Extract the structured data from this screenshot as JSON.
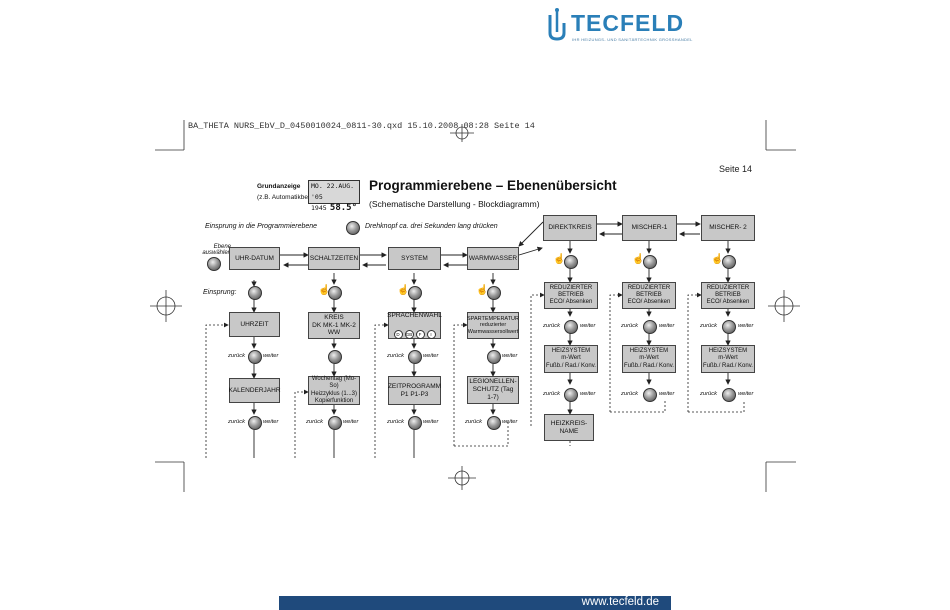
{
  "header": {
    "logo_text": "TECFELD",
    "logo_subtitle": "IHR HEIZUNGS- UND SANITÄRTECHNIK GROSSHANDEL",
    "print_info": "BA_THETA NURS_EbV_D_0450010024_0811-30.qxd  15.10.2008  08:28  Seite 14",
    "page_number": "Seite 14"
  },
  "document": {
    "title": "Programmierebene – Ebenenübersicht",
    "subtitle": "(Schematische Darstellung - Blockdiagramm)"
  },
  "grundanzeige": {
    "label": "Grundanzeige",
    "sub": "(z.B. Automatikbetrieb)",
    "lcd_line1": "MO. 22.AUG. '05",
    "lcd_time": "1945",
    "lcd_temp": "58.5°"
  },
  "notes": {
    "einsprung_programm": "Einsprung in die Programmierebene",
    "drehknopf": "Drehknopf ca. drei Sekunden lang drücken",
    "ebene_waehlen": "Ebene auswählen",
    "einsprung": "Einsprung:"
  },
  "nav": {
    "zurueck": "zurück",
    "weiter": "weiter"
  },
  "level_boxes": {
    "uhr_datum": "UHR-DATUM",
    "schaltzeiten": "SCHALTZEITEN",
    "system": "SYSTEM",
    "warmwasser": "WARMWASSER",
    "direktkreis": "DIREKTKREIS",
    "mischer1": "MISCHER-1",
    "mischer2": "MISCHER- 2"
  },
  "sub_boxes": {
    "uhrzeit": "UHRZEIT",
    "kalenderjahr": "KALENDERJAHR",
    "kreis": "KREIS\nDK MK-1 MK-2 WW",
    "wochentag": "Wochentag (Mo-So)\nHeizzyklus (1...3)\nKopierfunktion",
    "sprachenwahl": "SPRACHENWAHL",
    "flags": [
      "D",
      "GB",
      "F",
      "I"
    ],
    "zeitprogramm": "ZEITPROGRAMM\nP1          P1-P3",
    "spartemperatur": "SPARTEMPERATUR\nreduzierter\nWarmwassersollwert",
    "legionellenschutz": "LEGIONELLEN-\nSCHUTZ (Tag 1-7)",
    "reduzierter_betrieb": "REDUZIERTER\nBETRIEB\nECO/ Absenken",
    "heizsystem": "HEIZSYSTEM\nm-Wert\nFußb./ Rad./ Konv.",
    "heizkreisname": "HEIZKREIS-\nNAME"
  },
  "footer": {
    "url": "www.tecfeld.de",
    "bar_color": "#1f4a7c"
  },
  "colors": {
    "box_fill": "#c8c8c8",
    "logo_blue": "#2a7fb8"
  }
}
